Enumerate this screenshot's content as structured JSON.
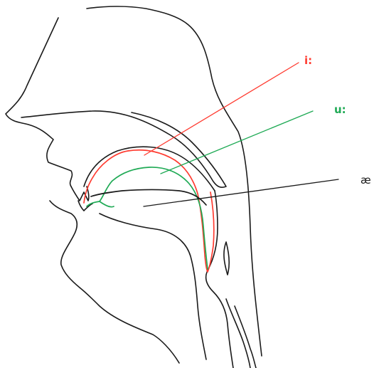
{
  "vowels": [
    {
      "symbol": "i:",
      "color": "#ff3b30"
    },
    {
      "symbol": "u:",
      "color": "#1faa55"
    },
    {
      "symbol": "æ",
      "color": "#1a1a1a"
    }
  ]
}
